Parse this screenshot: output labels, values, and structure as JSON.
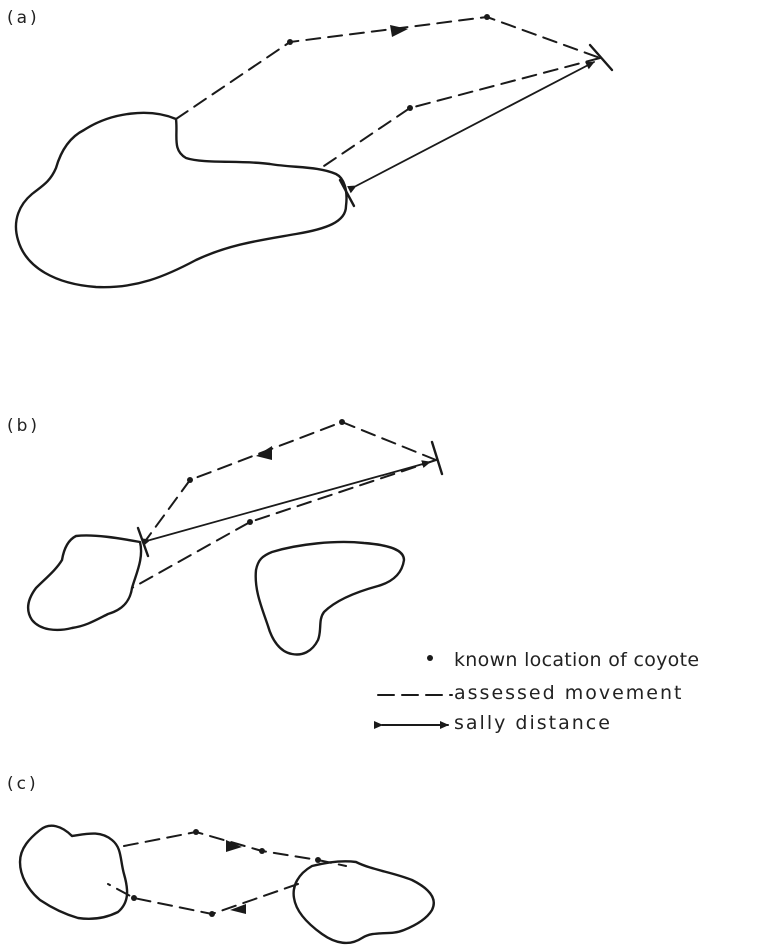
{
  "panels": {
    "a": {
      "label": "(a)"
    },
    "b": {
      "label": "(b)"
    },
    "c": {
      "label": "(c)"
    }
  },
  "legend": {
    "known_location": "known location of coyote",
    "assessed_movement": "assessed movement",
    "sally_distance": "sally distance"
  },
  "icons": {
    "known_location": "filled-dot-icon",
    "assessed_movement": "dashed-line-icon",
    "sally_distance": "double-arrow-icon"
  },
  "colors": {
    "ink": "#1a1a1a",
    "background": "#ffffff"
  }
}
